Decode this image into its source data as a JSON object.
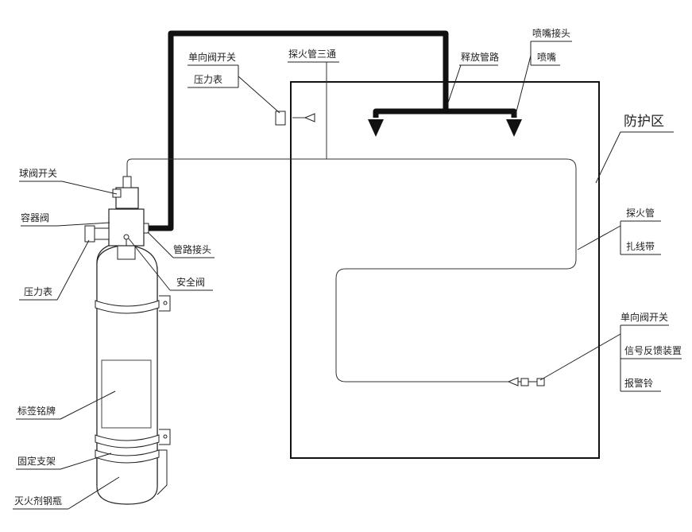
{
  "diagram": {
    "protected_zone": "防护区",
    "labels": {
      "check_valve_switch_top": "单向阀开关",
      "pressure_gauge_top": "压力表",
      "detector_tee": "探火管三通",
      "release_pipe": "释放管路",
      "nozzle_joint": "喷嘴接头",
      "nozzle": "喷嘴",
      "ball_valve_switch": "球阀开关",
      "container_valve": "容器阀",
      "pressure_gauge_left": "压力表",
      "pipe_joint": "管路接头",
      "safety_valve": "安全阀",
      "label_nameplate": "标签铭牌",
      "fixed_bracket": "固定支架",
      "extinguisher_cylinder": "灭火剂钢瓶",
      "detector_tube": "探火管",
      "cable_tie": "扎线带",
      "check_valve_switch_right": "单向阀开关",
      "signal_feedback": "信号反馈装置",
      "alarm_bell": "报警铃"
    }
  }
}
